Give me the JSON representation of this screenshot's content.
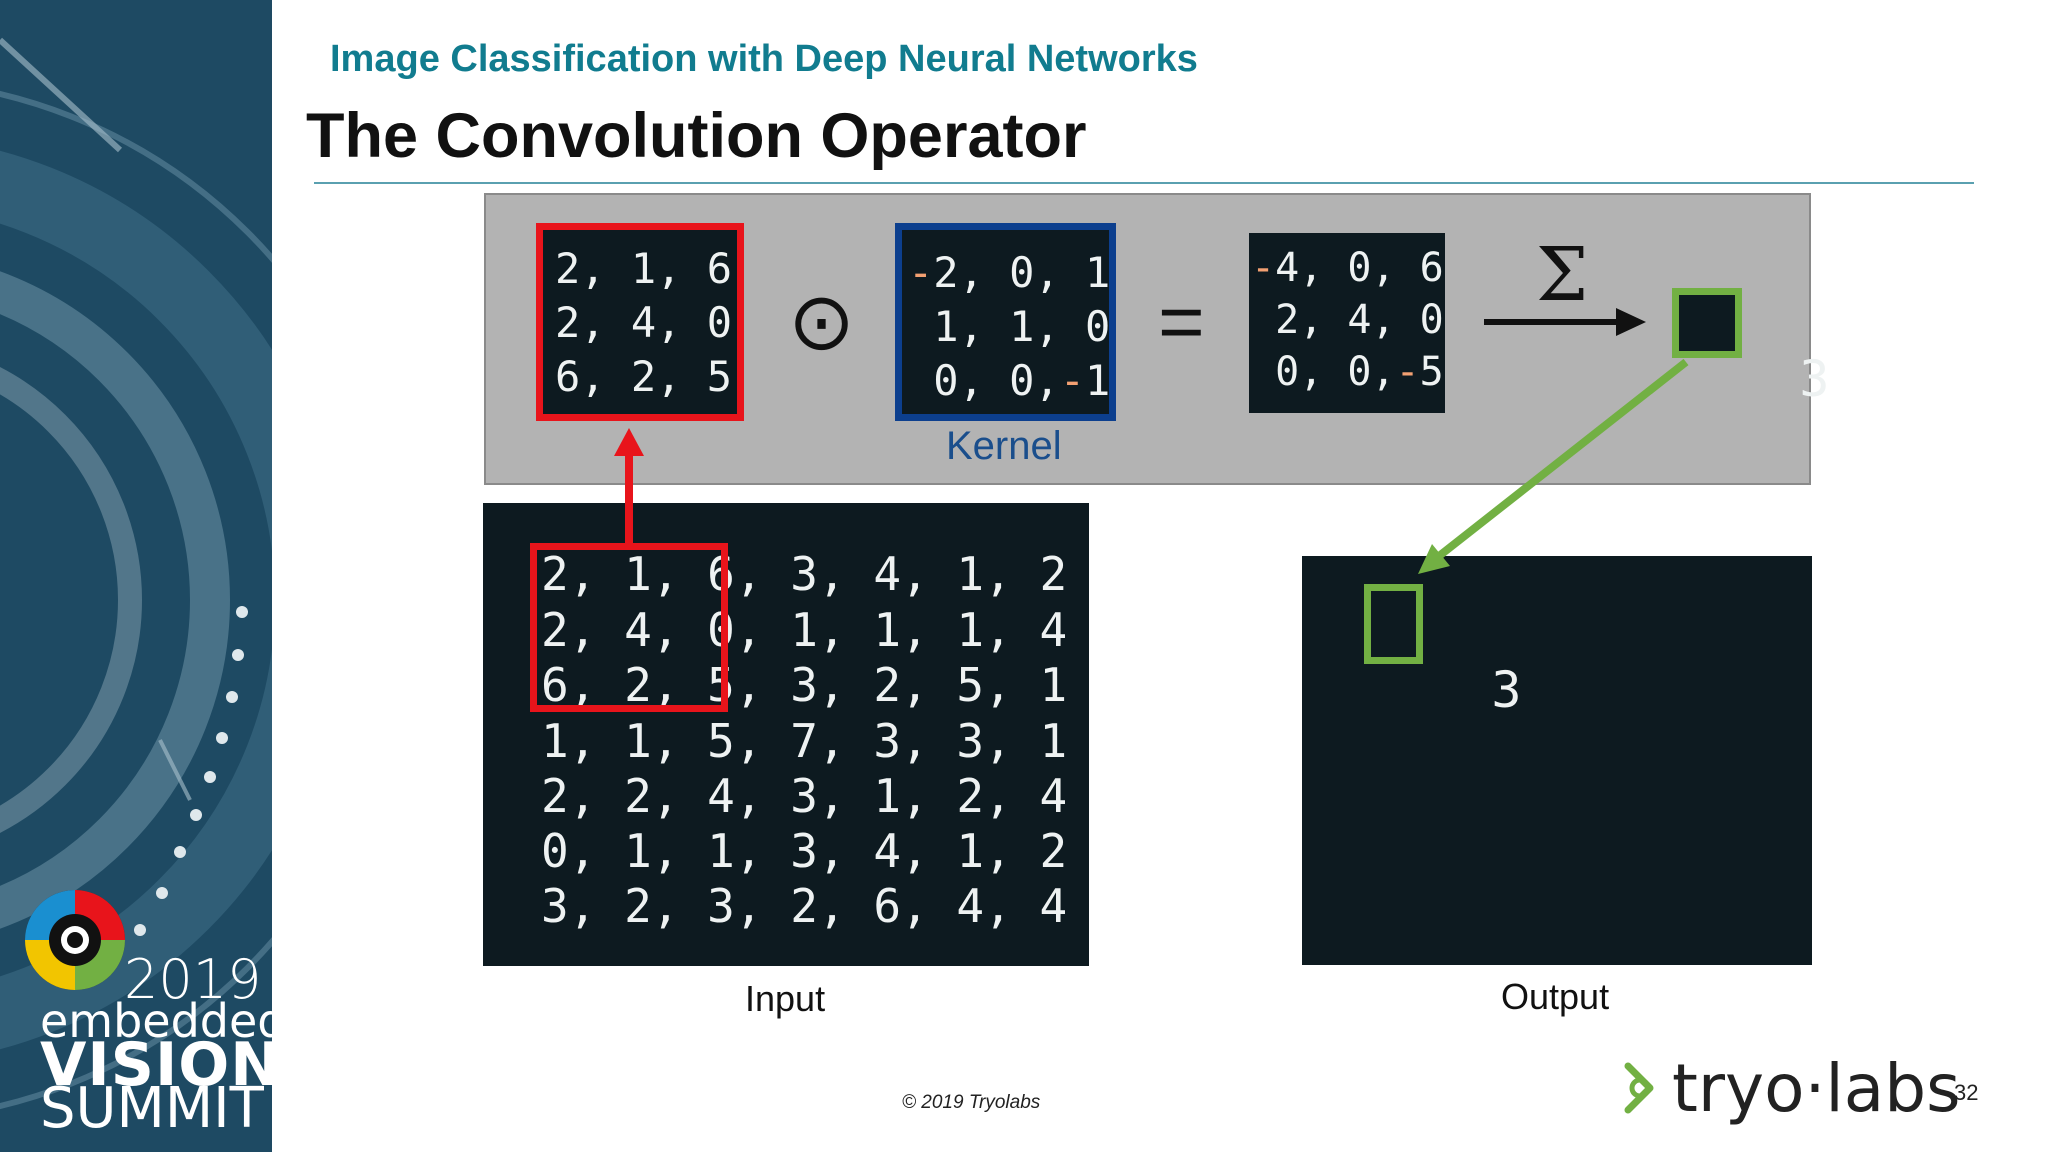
{
  "slide": {
    "subtitle": "Image Classification with Deep Neural Networks",
    "title": "The Convolution Operator",
    "footer": "© 2019 Tryolabs",
    "page_number": "32",
    "logo_text": "tryo·labs",
    "conference": {
      "year": "2019",
      "line1": "embedded",
      "line2": "VISION",
      "line3": "SUMMIT"
    }
  },
  "equation": {
    "patch": [
      "2, 1, 6",
      "2, 4, 0",
      "6, 2, 5"
    ],
    "operator": "⊙",
    "kernel": [
      "-2, 0, 1",
      " 1, 1, 0",
      " 0, 0,-1"
    ],
    "kernel_label": "Kernel",
    "equals": "=",
    "product": [
      "-4, 0, 6",
      " 2, 4, 0",
      " 0, 0,-5"
    ],
    "sum_symbol": "Σ",
    "result": "3"
  },
  "input": {
    "label": "Input",
    "rows": [
      "2, 1, 6, 3, 4, 1, 2",
      "2, 4, 0, 1, 1, 1, 4",
      "6, 2, 5, 3, 2, 5, 1",
      "1, 1, 5, 7, 3, 3, 1",
      "2, 2, 4, 3, 1, 2, 4",
      "0, 1, 1, 3, 4, 1, 2",
      "3, 2, 3, 2, 6, 4, 4"
    ]
  },
  "output": {
    "label": "Output",
    "value": "3"
  },
  "colors": {
    "subtitle": "#117c8f",
    "patch_border": "#e8141b",
    "kernel_border": "#0c3f8e",
    "result_border": "#72b043",
    "matrix_bg": "#0d1a20",
    "panel_bg": "#b3b3b3"
  }
}
